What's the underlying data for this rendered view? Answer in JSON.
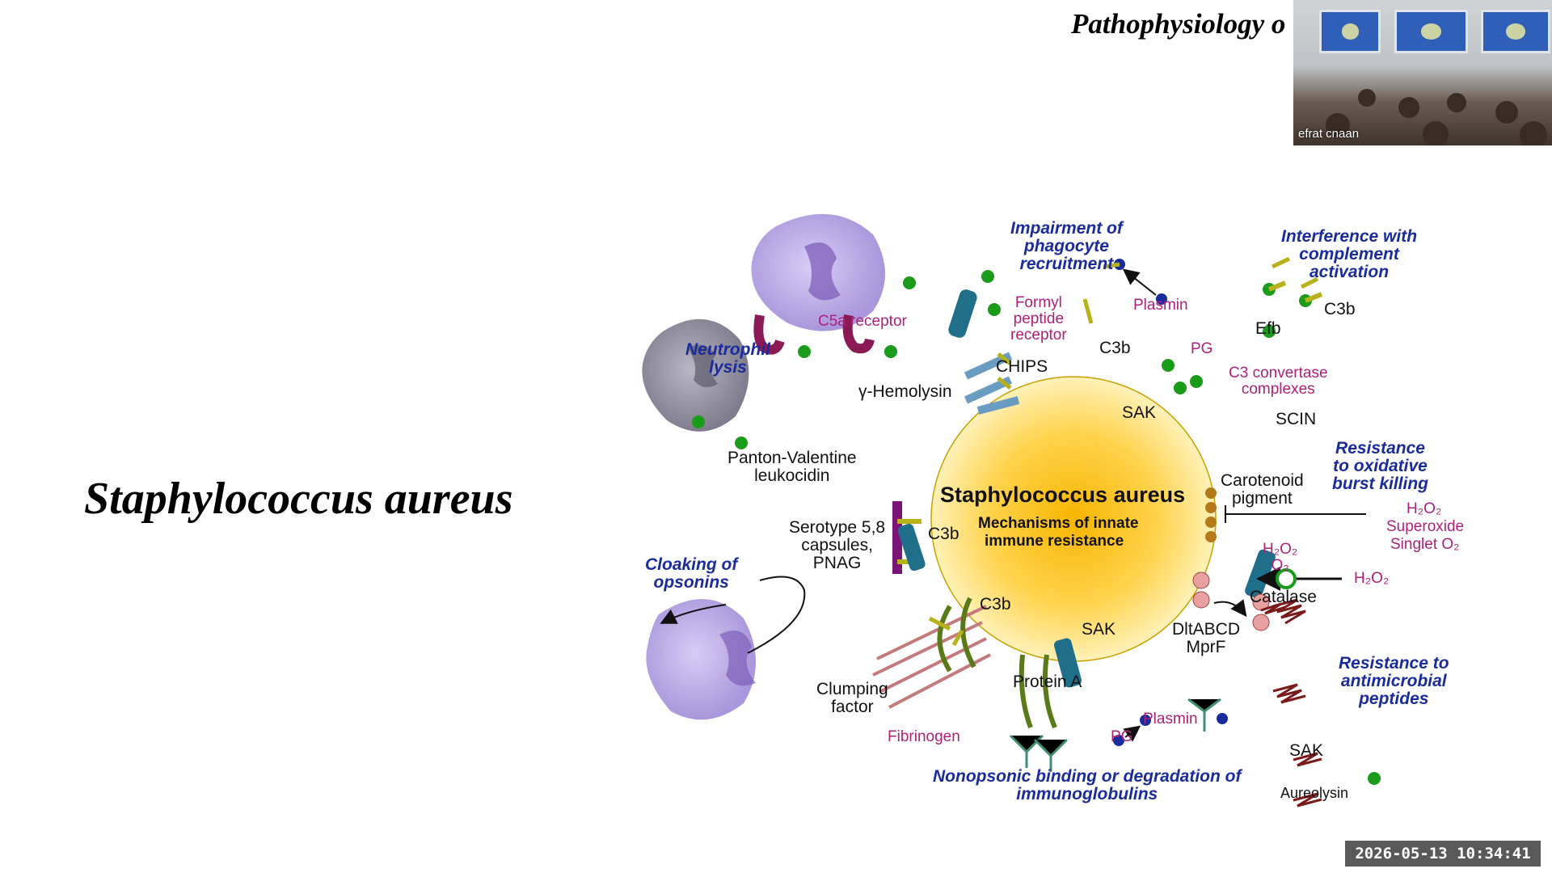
{
  "slide": {
    "header_title": "Pathophysiology o",
    "main_title": "Staphylococcus aureus"
  },
  "diagram": {
    "center_title": "Staphylococcus aureus",
    "center_subtitle_1": "Mechanisms of innate",
    "center_subtitle_2": "immune resistance",
    "mechanisms": {
      "phagocyte_recruitment": [
        "Impairment of",
        "phagocyte",
        "recruitment"
      ],
      "complement": [
        "Interference with",
        "complement",
        "activation"
      ],
      "neutrophil_lysis": [
        "Neutrophil",
        "lysis"
      ],
      "oxidative": [
        "Resistance",
        "to oxidative",
        "burst killing"
      ],
      "cloaking": [
        "Cloaking of",
        "opsonins"
      ],
      "antimicrobial": [
        "Resistance to",
        "antimicrobial",
        "peptides"
      ],
      "immunoglobulins": [
        "Nonopsonic binding or degradation of",
        "immunoglobulins"
      ]
    },
    "labels": {
      "c5a_receptor": "C5a receptor",
      "formyl": [
        "Formyl",
        "peptide",
        "receptor"
      ],
      "chips": "CHIPS",
      "plasmin_top": "Plasmin",
      "pg_top": "PG",
      "c3b_top": "C3b",
      "sak_top": "SAK",
      "efb": "Efb",
      "c3b_right": "C3b",
      "c3_convertase": [
        "C3 convertase",
        "complexes"
      ],
      "scin": "SCIN",
      "hemolysin": "γ-Hemolysin",
      "pvl": [
        "Panton-Valentine",
        "leukocidin"
      ],
      "carotenoid": [
        "Carotenoid",
        "pigment"
      ],
      "h2o2_1": "H₂O₂",
      "superoxide": "Superoxide",
      "singlet": "Singlet O₂",
      "h2o2_o2": [
        "H₂O₂",
        "O₂"
      ],
      "h2o2_2": "H₂O₂",
      "catalase": "Catalase",
      "serotype": [
        "Serotype 5,8",
        "capsules,",
        "PNAG"
      ],
      "c3b_left": "C3b",
      "c3b_bottom": "C3b",
      "sak_bottom": "SAK",
      "dlt": [
        "DltABCD",
        "MprF"
      ],
      "clumping": [
        "Clumping",
        "factor"
      ],
      "fibrinogen": "Fibrinogen",
      "protein_a": "Protein A",
      "plasmin_bottom": "Plasmin",
      "pg_bottom": "PG",
      "sak_right": "SAK",
      "aureolysin": "Aureolysin"
    }
  },
  "video": {
    "presenter_name": "efrat cnaan"
  },
  "timestamp": "2026-05-13 10:34:41",
  "colors": {
    "mechanism_text": "#1a2b9c",
    "molecule_text": "#b0207a",
    "cell_core": "#f7b500",
    "neutrophil": "#b7a7e6",
    "green_dot": "#1a9b1a"
  }
}
